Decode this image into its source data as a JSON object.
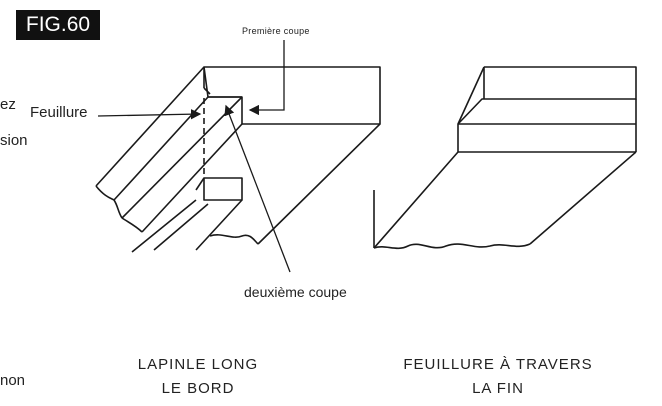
{
  "figure": {
    "badge": "FIG.60"
  },
  "left_fragments": {
    "line1": "ez",
    "line2": "sion",
    "line3": "non"
  },
  "labels": {
    "feuillure": "Feuillure",
    "premiere_coupe": "Première coupe",
    "deuxieme_coupe": "deuxième coupe"
  },
  "captions": {
    "left_line1": "LAPINLE LONG",
    "left_line2": "LE BORD",
    "right_line1": "FEUILLURE À TRAVERS",
    "right_line2": "LA FIN"
  },
  "colors": {
    "line": "#1a1a1a",
    "badge_bg": "#111111",
    "badge_text": "#ffffff"
  }
}
